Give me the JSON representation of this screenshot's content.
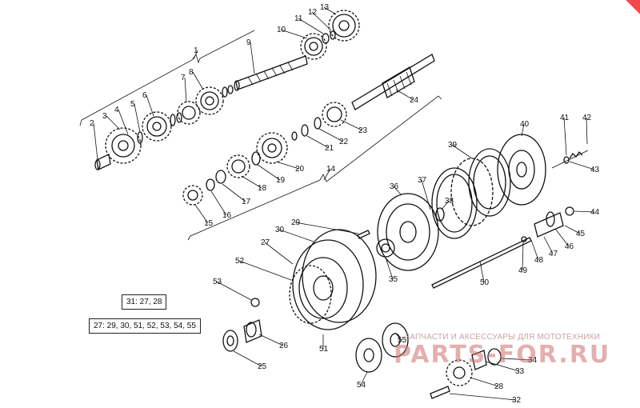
{
  "callouts": [
    "1",
    "2",
    "3",
    "4",
    "5",
    "6",
    "7",
    "8",
    "9",
    "10",
    "11",
    "12",
    "13",
    "14",
    "15",
    "16",
    "17",
    "18",
    "19",
    "20",
    "21",
    "22",
    "23",
    "24",
    "25",
    "26",
    "27",
    "28",
    "29",
    "30",
    "32",
    "33",
    "34",
    "35",
    "36",
    "37",
    "38",
    "39",
    "40",
    "41",
    "42",
    "43",
    "44",
    "45",
    "46",
    "47",
    "48",
    "49",
    "50",
    "51",
    "52",
    "53",
    "54",
    "55"
  ],
  "legend": {
    "box1": "31: 27, 28",
    "box2": "27: 29, 30, 51, 52, 53, 54, 55"
  },
  "watermark": {
    "tagline": "ЗАПЧАСТИ И АКСЕССУАРЫ ДЛЯ МОТОТЕХНИКИ",
    "logo": "PARTS-FOR.RU"
  },
  "colors": {
    "ink": "#111111",
    "watermark": "#cd6e6e",
    "corner": "#f24a4a"
  }
}
